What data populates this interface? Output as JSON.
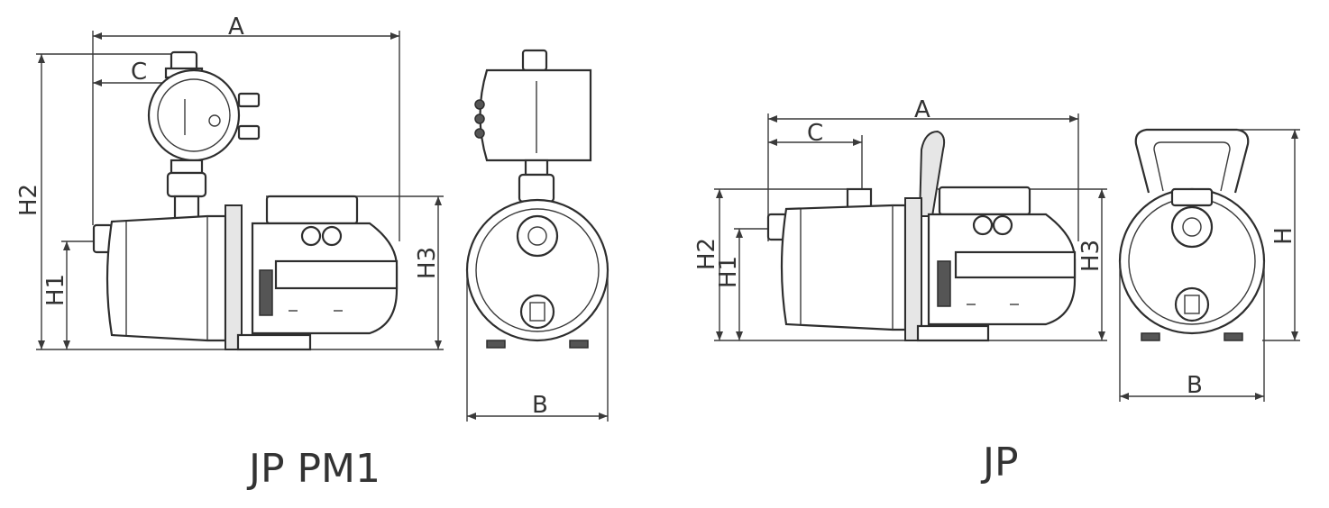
{
  "diagrams": [
    {
      "caption": "JP PM1",
      "dimensions": {
        "a": "A",
        "c": "C",
        "h1": "H1",
        "h2": "H2",
        "h3": "H3",
        "b": "B"
      }
    },
    {
      "caption": "JP",
      "dimensions": {
        "a": "A",
        "c": "C",
        "h1": "H1",
        "h2": "H2",
        "h3": "H3",
        "b": "B",
        "h": "H"
      }
    }
  ]
}
